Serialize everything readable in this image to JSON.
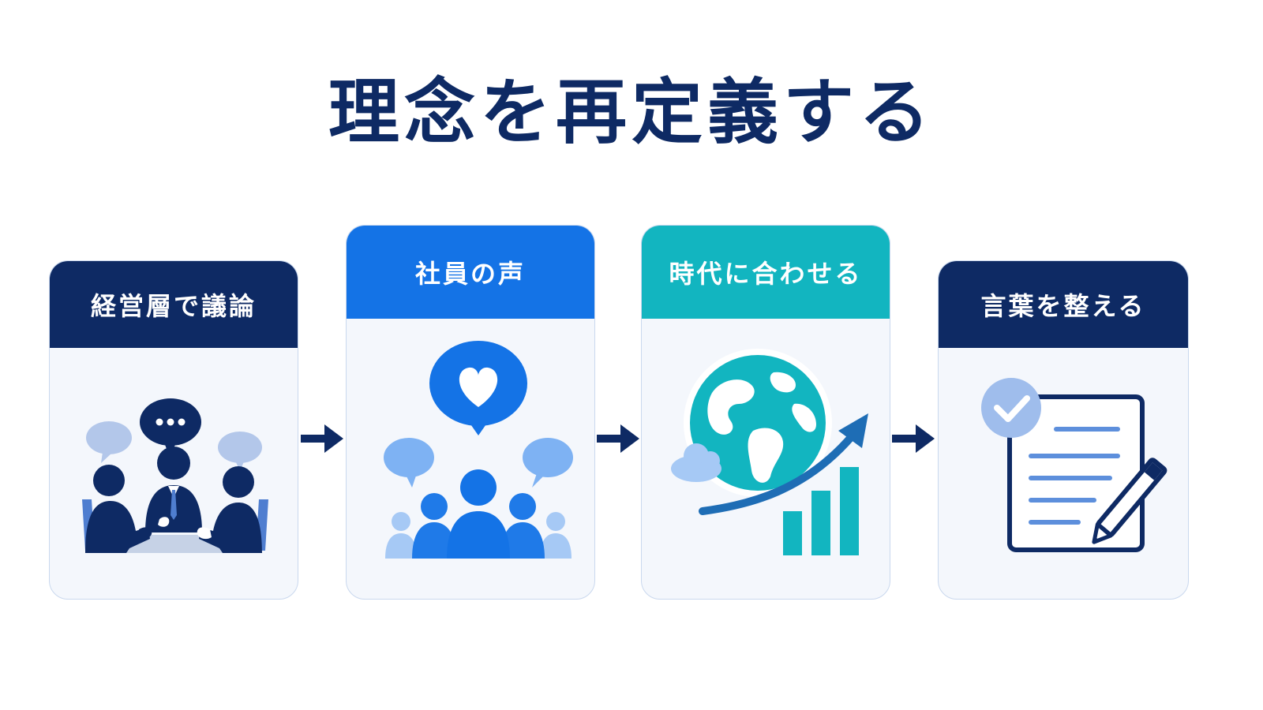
{
  "title": "理念を再定義する",
  "steps": [
    {
      "label": "経営層で議論",
      "icon": "meeting-discussion-icon"
    },
    {
      "label": "社員の声",
      "icon": "employee-voice-heart-icon"
    },
    {
      "label": "時代に合わせる",
      "icon": "globe-growth-chart-icon"
    },
    {
      "label": "言葉を整える",
      "icon": "document-checkmark-pen-icon"
    }
  ],
  "colors": {
    "title": "#0e2a64",
    "navy": "#0e2a64",
    "blue": "#1473e6",
    "teal": "#12b5c0",
    "card_bg": "#f4f7fc"
  }
}
